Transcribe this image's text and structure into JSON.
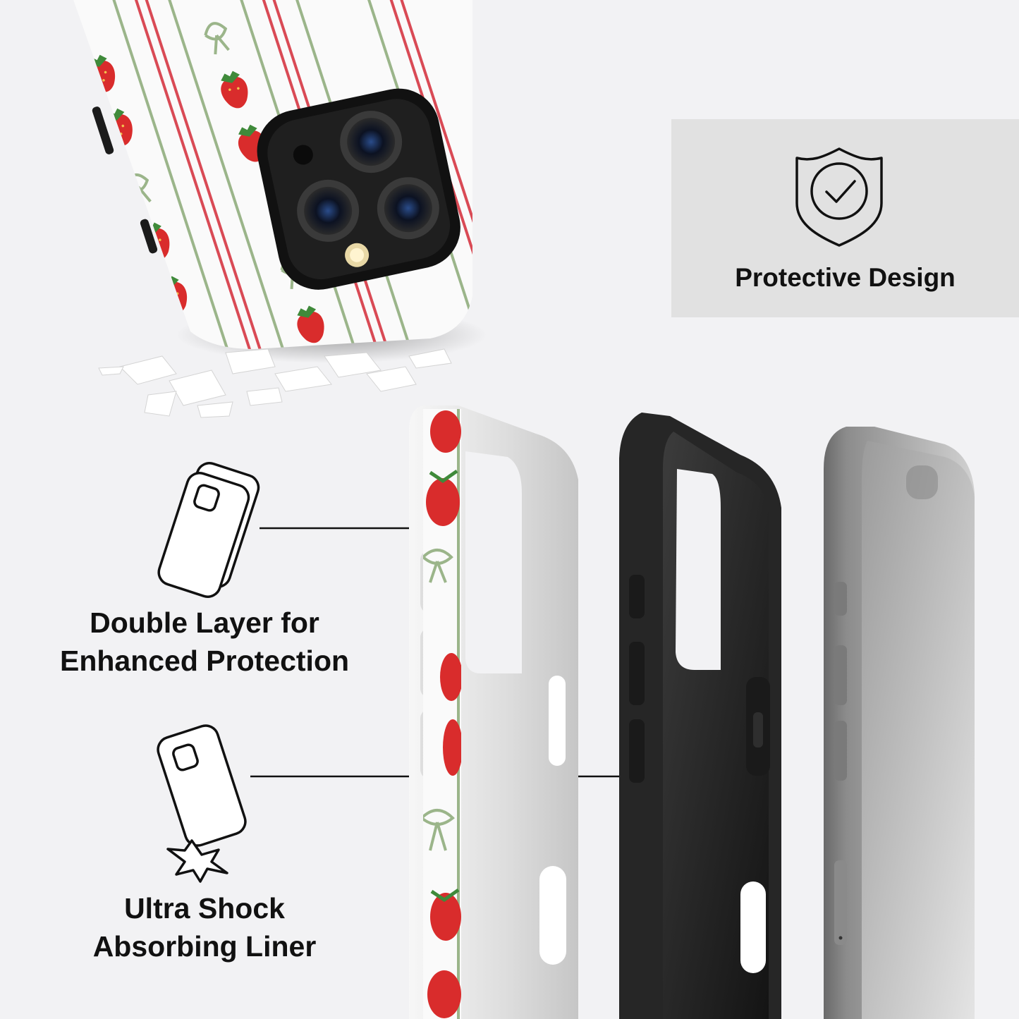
{
  "features": {
    "protective": {
      "label": "Protective Design",
      "icon": "shield-check-icon"
    },
    "double_layer": {
      "line1": "Double Layer for",
      "line2": "Enhanced Protection",
      "icon": "double-layer-case-icon"
    },
    "shock": {
      "line1": "Ultra Shock",
      "line2": "Absorbing Liner",
      "icon": "phone-impact-icon"
    }
  },
  "colors": {
    "background": "#f2f2f4",
    "panel": "#e1e1e1",
    "stripe_red": "#d94a55",
    "stripe_green": "#9bb58a",
    "strawberry": "#d92c2c",
    "case_shell": "#2a2a2a",
    "text": "#111111"
  }
}
